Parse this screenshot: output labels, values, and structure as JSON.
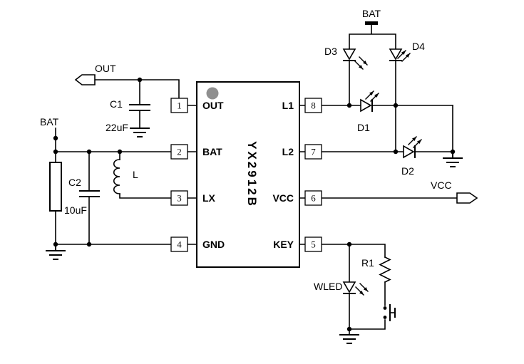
{
  "ic": {
    "name": "YX2912B",
    "left_pins": [
      {
        "num": "1",
        "label": "OUT"
      },
      {
        "num": "2",
        "label": "BAT"
      },
      {
        "num": "3",
        "label": "LX"
      },
      {
        "num": "4",
        "label": "GND"
      }
    ],
    "right_pins": [
      {
        "num": "8",
        "label": "L1"
      },
      {
        "num": "7",
        "label": "L2"
      },
      {
        "num": "6",
        "label": "VCC"
      },
      {
        "num": "5",
        "label": "KEY"
      }
    ]
  },
  "nets": {
    "out": "OUT",
    "bat_left": "BAT",
    "bat_top": "BAT",
    "vcc": "VCC"
  },
  "components": {
    "c1": {
      "ref": "C1",
      "value": "22uF"
    },
    "c2": {
      "ref": "C2",
      "value": "10uF"
    },
    "l": {
      "ref": "L"
    },
    "d1": {
      "ref": "D1"
    },
    "d2": {
      "ref": "D2"
    },
    "d3": {
      "ref": "D3"
    },
    "d4": {
      "ref": "D4"
    },
    "r1": {
      "ref": "R1"
    },
    "wled": {
      "ref": "WLED"
    }
  },
  "colors": {
    "wire": "#000000",
    "background": "#ffffff",
    "ic_pin1_dot": "#8f8f8f"
  }
}
